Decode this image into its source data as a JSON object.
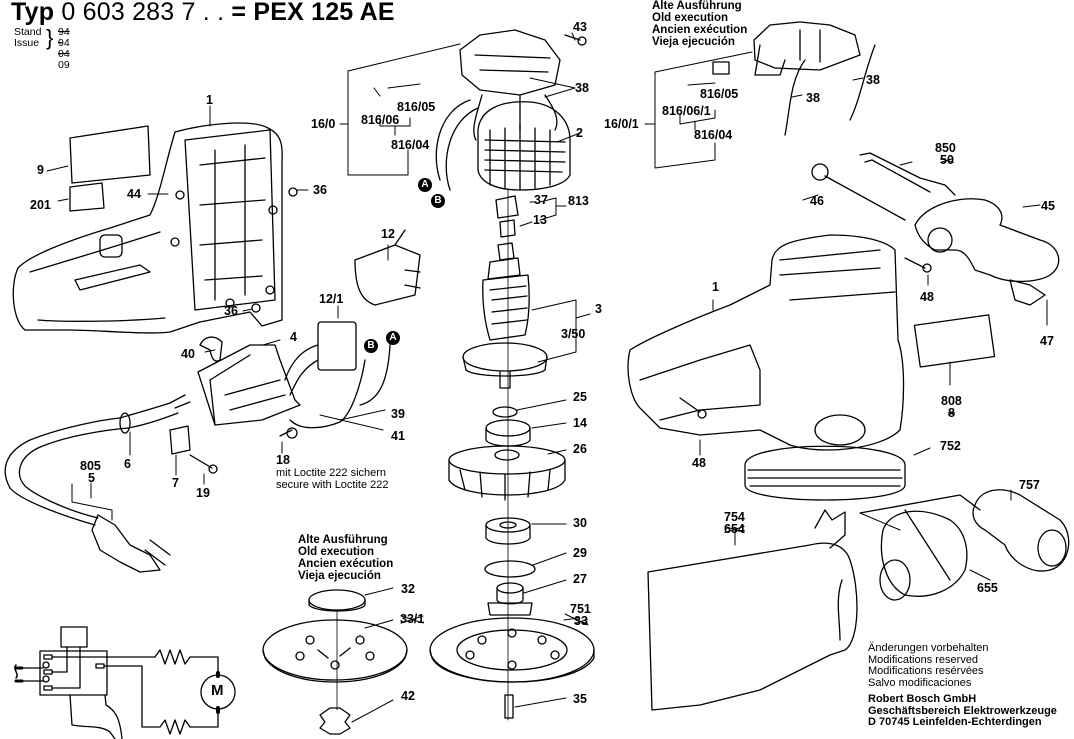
{
  "header": {
    "typ_label": "Typ",
    "type_number": "0 603 283 7 . .",
    "equals_model": "= PEX 125 AE",
    "stand_label": "Stand",
    "issue_label": "Issue",
    "stand_value_old": "94 - 04",
    "issue_value": "94 - 09"
  },
  "old_execution_note": [
    "Alte Ausführung",
    "Old execution",
    "Ancien exécution",
    "Vieja ejecución"
  ],
  "loctite_note": [
    "mit Loctite 222 sichern",
    "secure with Loctite 222"
  ],
  "modifications_note": [
    "Änderungen vorbehalten",
    "Modifications reserved",
    "Modifications resérvées",
    "Salvo modificaciones"
  ],
  "publisher": [
    "Robert Bosch GmbH",
    "Geschäftsbereich Elektrowerkzeuge",
    "D 70745 Leinfelden-Echterdingen"
  ],
  "connectors": {
    "a": "A",
    "b": "B"
  },
  "motor_symbol": "M",
  "part_labels": {
    "p1_housing": "1",
    "p9": "9",
    "p201": "201",
    "p44": "44",
    "p36a": "36",
    "p36b": "36",
    "p16_0": "16/0",
    "p816_06": "816/06",
    "p816_05": "816/05",
    "p816_04": "816/04",
    "p43": "43",
    "p38": "38",
    "p2": "2",
    "p37": "37",
    "p813": "813",
    "p13": "13",
    "p12": "12",
    "p12_1": "12/1",
    "p4": "4",
    "p40": "40",
    "p39": "39",
    "p41": "41",
    "p18": "18",
    "p6": "6",
    "p805": "805",
    "p5": "5",
    "p7": "7",
    "p19": "19",
    "p3": "3",
    "p3_50": "3/50",
    "p25": "25",
    "p14": "14",
    "p26": "26",
    "p30": "30",
    "p29": "29",
    "p27": "27",
    "p751": "751",
    "p33_old": "33",
    "p35": "35",
    "p32": "32",
    "p33_1_old": "33/1",
    "p42": "42",
    "old_p16_0_1": "16/0/1",
    "old_p816_06_1": "816/06/1",
    "old_p816_05": "816/05",
    "old_p816_04": "816/04",
    "old_p38a": "38",
    "old_p38b": "38",
    "p850": "850",
    "p50_old": "50",
    "p46": "46",
    "p45": "45",
    "p48a": "48",
    "p47": "47",
    "p1_tool": "1",
    "p808": "808",
    "p8_old": "8",
    "p48b": "48",
    "p752": "752",
    "p757": "757",
    "p754": "754",
    "p654_old": "654",
    "p655": "655"
  }
}
